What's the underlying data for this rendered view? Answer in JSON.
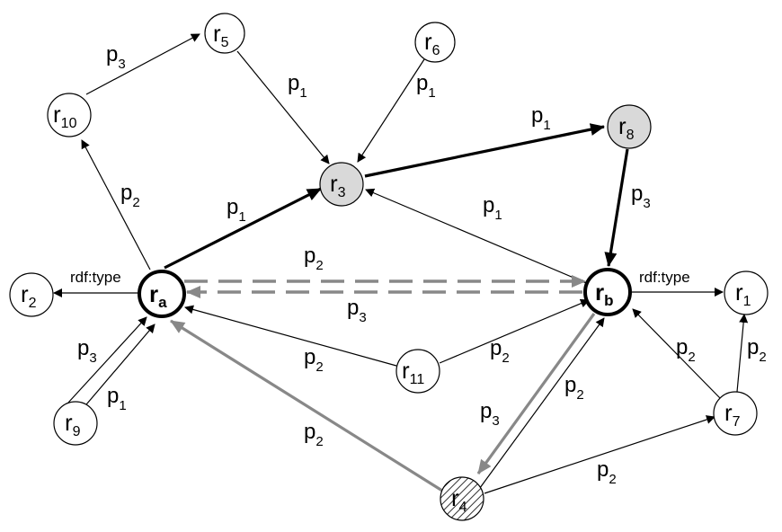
{
  "colors": {
    "stroke": "#000000",
    "highlight_edge": "#888888",
    "shaded_node_fill": "#d9d9d9",
    "node_fill": "#ffffff"
  },
  "nodes": {
    "r5": {
      "main": "r",
      "sub": "5"
    },
    "r6": {
      "main": "r",
      "sub": "6"
    },
    "r10": {
      "main": "r",
      "sub": "10"
    },
    "r3": {
      "main": "r",
      "sub": "3"
    },
    "r8": {
      "main": "r",
      "sub": "8"
    },
    "r2": {
      "main": "r",
      "sub": "2"
    },
    "ra": {
      "main": "r",
      "sub": "a"
    },
    "rb": {
      "main": "r",
      "sub": "b"
    },
    "r1": {
      "main": "r",
      "sub": "1"
    },
    "r11": {
      "main": "r",
      "sub": "11"
    },
    "r9": {
      "main": "r",
      "sub": "9"
    },
    "r7": {
      "main": "r",
      "sub": "7"
    },
    "r4": {
      "main": "r",
      "sub": "4"
    }
  },
  "edge_labels": {
    "r10_r5": {
      "main": "p",
      "sub": "3"
    },
    "r5_r3": {
      "main": "p",
      "sub": "1"
    },
    "r6_r3": {
      "main": "p",
      "sub": "1"
    },
    "r3_r8": {
      "main": "p",
      "sub": "1"
    },
    "ra_r10": {
      "main": "p",
      "sub": "2"
    },
    "ra_r3": {
      "main": "p",
      "sub": "1"
    },
    "r8_rb": {
      "main": "p",
      "sub": "3"
    },
    "rb_r3": {
      "main": "p",
      "sub": "1"
    },
    "ra_rb_dashed": {
      "main": "p",
      "sub": "2"
    },
    "rb_ra_dashed": {
      "main": "p",
      "sub": "3"
    },
    "ra_r2": "rdf:type",
    "rb_r1": "rdf:type",
    "r9_ra_p3": {
      "main": "p",
      "sub": "3"
    },
    "r9_ra_p1": {
      "main": "p",
      "sub": "1"
    },
    "r11_ra": {
      "main": "p",
      "sub": "2"
    },
    "r11_rb": {
      "main": "p",
      "sub": "2"
    },
    "r4_ra": {
      "main": "p",
      "sub": "2"
    },
    "rb_r4": {
      "main": "p",
      "sub": "3"
    },
    "r4_rb": {
      "main": "p",
      "sub": "2"
    },
    "r7_rb": {
      "main": "p",
      "sub": "2"
    },
    "r7_r1": {
      "main": "p",
      "sub": "2"
    },
    "r4_r7": {
      "main": "p",
      "sub": "2"
    }
  }
}
